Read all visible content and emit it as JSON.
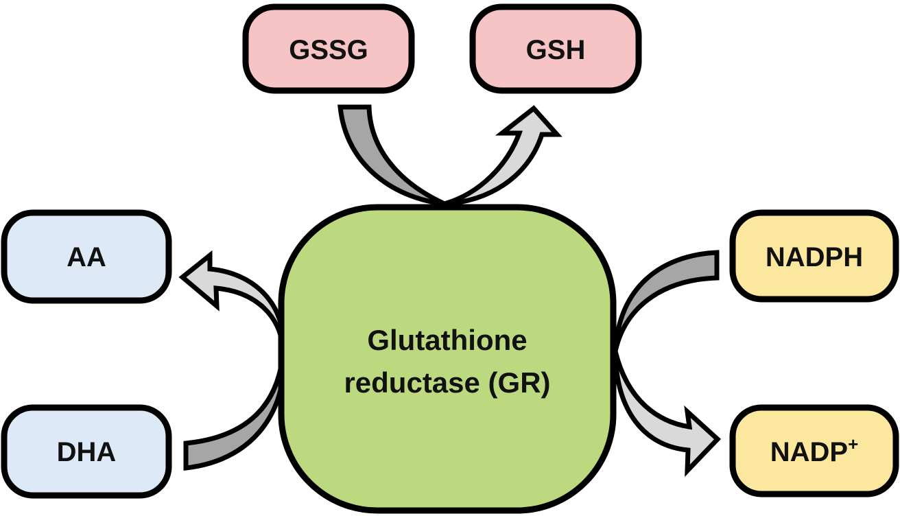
{
  "nodes": {
    "center": {
      "line1": "Glutathione",
      "line2": "reductase (GR)",
      "color": "#bcd97f"
    },
    "gssg": {
      "label": "GSSG",
      "color": "#f7c4c5"
    },
    "gsh": {
      "label": "GSH",
      "color": "#f7c4c5"
    },
    "aa": {
      "label": "AA",
      "color": "#dde9f6"
    },
    "dha": {
      "label": "DHA",
      "color": "#dde9f6"
    },
    "nadph": {
      "label": "NADPH",
      "color": "#fbe89e"
    },
    "nadp": {
      "label": "NADP",
      "superscript": "+",
      "color": "#fbe89e"
    }
  },
  "colors": {
    "arrow_input": "#a6a6a6",
    "arrow_output": "#d9d9d9",
    "outline": "#000000"
  }
}
